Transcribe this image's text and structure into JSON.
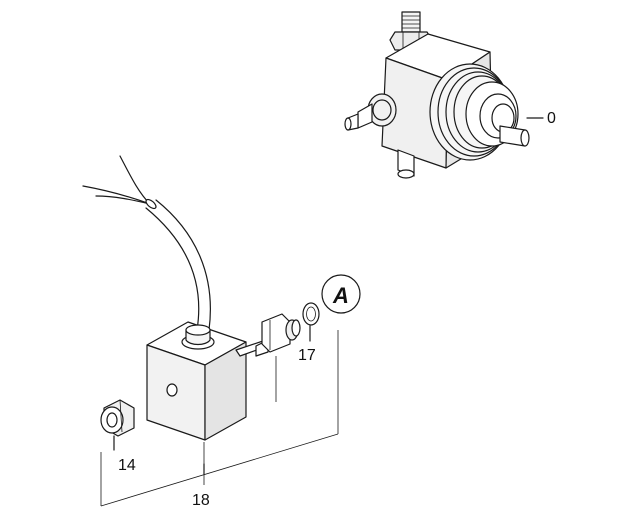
{
  "callouts": {
    "pump": "0",
    "nut": "14",
    "oring": "17",
    "assembly": "18",
    "detail_ref": "A"
  },
  "colors": {
    "line": "#1a1a1a",
    "face_light": "#ffffff",
    "face_mid": "#f2f2f2",
    "face_dark": "#e2e2e2"
  }
}
